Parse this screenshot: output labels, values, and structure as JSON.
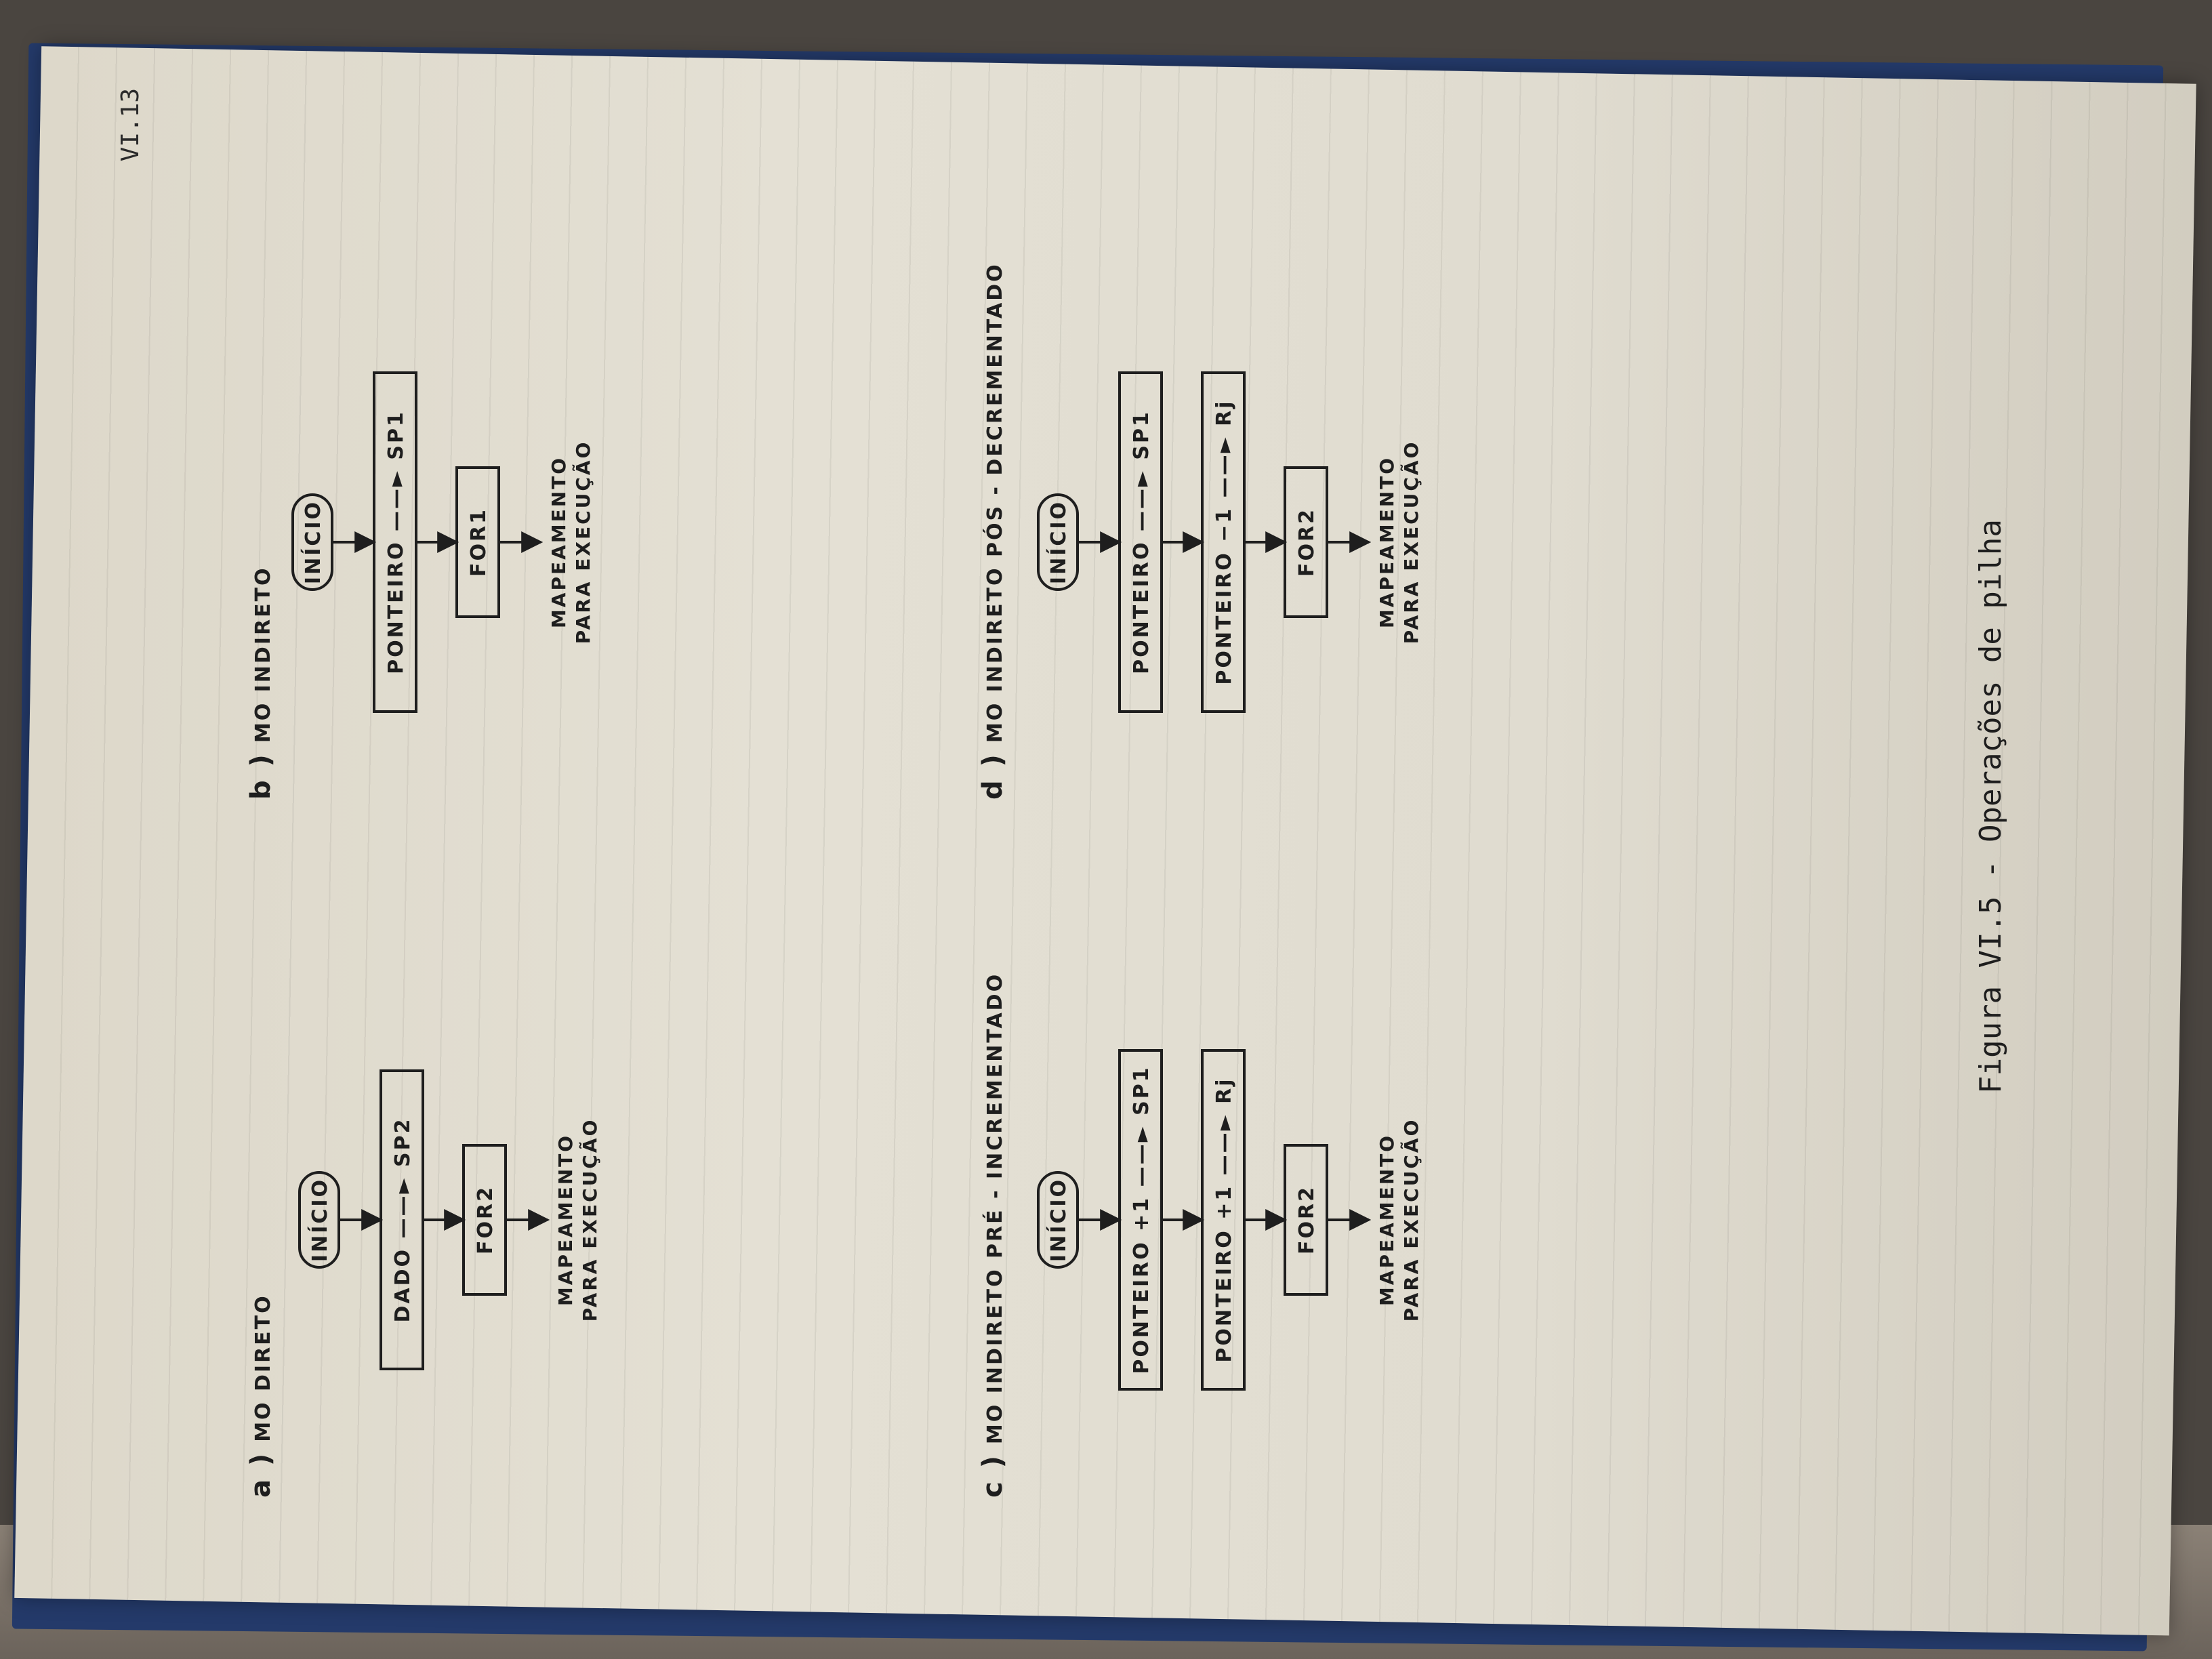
{
  "page_number": "VI.13",
  "caption": "Figura VI.5   -   Operações de pilha",
  "panels": [
    {
      "letter": "a )",
      "title": "MO  DIRETO",
      "start": "INÍCIO",
      "steps": [
        "DADO ——► SP2",
        "FOR2"
      ],
      "output_line1": "MAPEAMENTO",
      "output_line2": "PARA  EXECUÇÃO"
    },
    {
      "letter": "b )",
      "title": "MO  INDIRETO",
      "start": "INÍCIO",
      "steps": [
        "PONTEIRO ——► SP1",
        "FOR1"
      ],
      "output_line1": "MAPEAMENTO",
      "output_line2": "PARA  EXECUÇÃO"
    },
    {
      "letter": "c )",
      "title": "MO  INDIRETO  PRÉ - INCREMENTADO",
      "start": "INÍCIO",
      "steps": [
        "PONTEIRO +1 ——► SP1",
        "PONTEIRO +1 ——► Rj",
        "FOR2"
      ],
      "output_line1": "MAPEAMENTO",
      "output_line2": "PARA  EXECUÇÃO"
    },
    {
      "letter": "d )",
      "title": "MO  INDIRETO  PÓS - DECREMENTADO",
      "start": "INÍCIO",
      "steps": [
        "PONTEIRO ——► SP1",
        "PONTEIRO −1 ——► Rj",
        "FOR2"
      ],
      "output_line1": "MAPEAMENTO",
      "output_line2": "PARA  EXECUÇÃO"
    }
  ]
}
